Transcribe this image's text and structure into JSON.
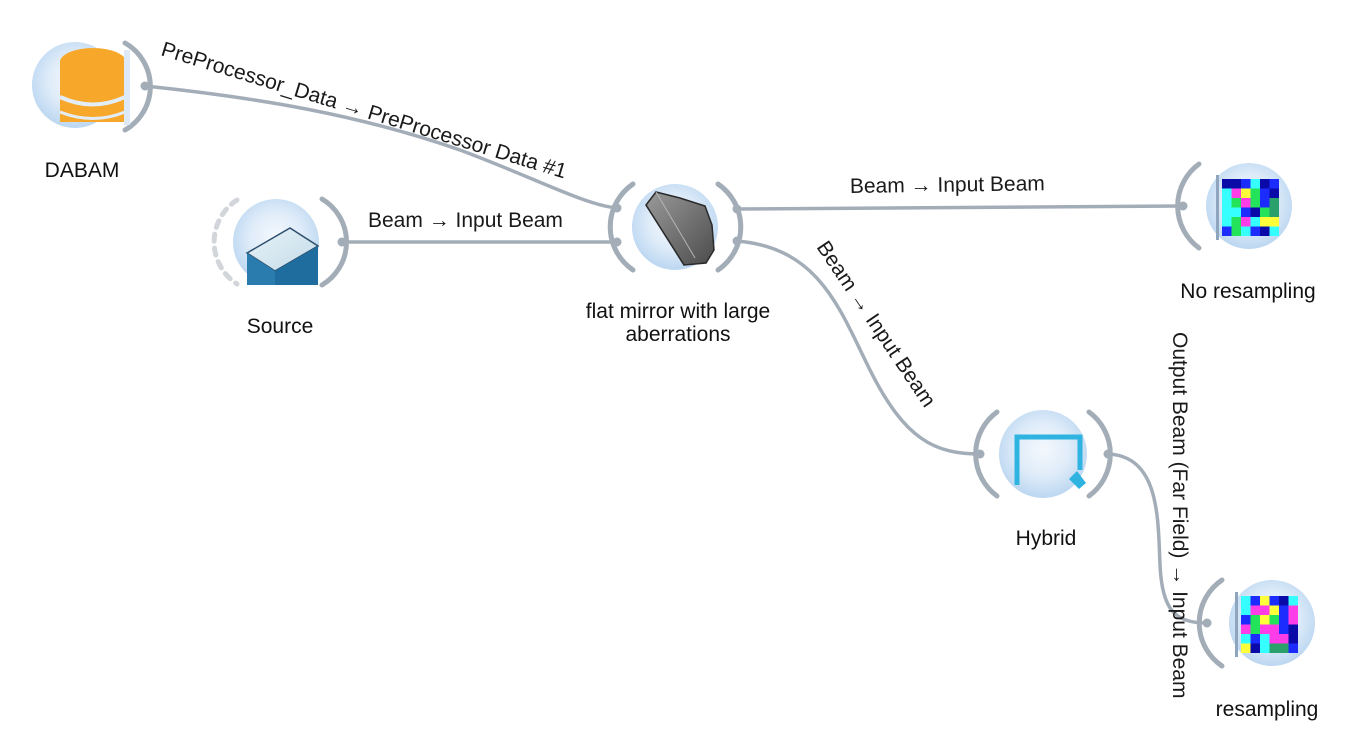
{
  "canvas": {
    "nodes": {
      "dabam": {
        "label": "DABAM",
        "icon": "database-icon"
      },
      "source": {
        "label": "Source",
        "icon": "source-plate-icon"
      },
      "mirror": {
        "label_line1": "flat mirror with large",
        "label_line2": "aberrations",
        "icon": "mirror-icon"
      },
      "no_resampling": {
        "label": "No resampling",
        "icon": "plot-grid-icon"
      },
      "hybrid": {
        "label": "Hybrid",
        "icon": "hybrid-corner-icon"
      },
      "resampling": {
        "label": "resampling",
        "icon": "plot-grid-icon"
      }
    },
    "links": {
      "dabam_to_mirror": "PreProcessor_Data → PreProcessor Data #1",
      "source_to_mirror": "Beam → Input Beam",
      "mirror_to_no_resampling": "Beam → Input Beam",
      "mirror_to_hybrid": "Beam → Input Beam",
      "hybrid_to_resampling": "Output Beam (Far Field) → Input Beam"
    }
  },
  "colors": {
    "node_fill_center": "#f2f7fc",
    "node_fill_edge": "#c4dcf3",
    "link": "#a3adb8",
    "dabam_orange": "#f7a82a",
    "hybrid_cyan": "#2fb3e0"
  }
}
